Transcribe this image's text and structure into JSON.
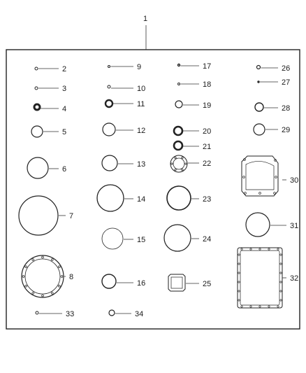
{
  "assembly_label": "1",
  "callouts": [
    {
      "id": "p2",
      "num": "2",
      "shape": "ring",
      "stroke": 1
    },
    {
      "id": "p3",
      "num": "3",
      "shape": "ring",
      "stroke": 1
    },
    {
      "id": "p4",
      "num": "4",
      "shape": "ring",
      "stroke": 3
    },
    {
      "id": "p5",
      "num": "5",
      "shape": "ring",
      "stroke": 1.2
    },
    {
      "id": "p6",
      "num": "6",
      "shape": "ring",
      "stroke": 1.2
    },
    {
      "id": "p7",
      "num": "7",
      "shape": "ring",
      "stroke": 1.2
    },
    {
      "id": "p8",
      "num": "8",
      "shape": "gasket-ring",
      "stroke": 1.2
    },
    {
      "id": "p9",
      "num": "9",
      "shape": "ring",
      "stroke": 1
    },
    {
      "id": "p10",
      "num": "10",
      "shape": "ring",
      "stroke": 1
    },
    {
      "id": "p11",
      "num": "11",
      "shape": "ring",
      "stroke": 2.4
    },
    {
      "id": "p12",
      "num": "12",
      "shape": "ring",
      "stroke": 1.2
    },
    {
      "id": "p13",
      "num": "13",
      "shape": "ring",
      "stroke": 1.2
    },
    {
      "id": "p14",
      "num": "14",
      "shape": "ring",
      "stroke": 1.3
    },
    {
      "id": "p15",
      "num": "15",
      "shape": "ring",
      "stroke": 0.8
    },
    {
      "id": "p16",
      "num": "16",
      "shape": "ring",
      "stroke": 1.4
    },
    {
      "id": "p17",
      "num": "17",
      "shape": "ring",
      "stroke": 1.4
    },
    {
      "id": "p18",
      "num": "18",
      "shape": "ring",
      "stroke": 1
    },
    {
      "id": "p19",
      "num": "19",
      "shape": "ring",
      "stroke": 1.2
    },
    {
      "id": "p20",
      "num": "20",
      "shape": "ring",
      "stroke": 2.6
    },
    {
      "id": "p21",
      "num": "21",
      "shape": "ring",
      "stroke": 2.6
    },
    {
      "id": "p22",
      "num": "22",
      "shape": "gear-gasket",
      "stroke": 1
    },
    {
      "id": "p23",
      "num": "23",
      "shape": "ring",
      "stroke": 1.6
    },
    {
      "id": "p24",
      "num": "24",
      "shape": "ring",
      "stroke": 1.2
    },
    {
      "id": "p25",
      "num": "25",
      "shape": "square-gasket",
      "stroke": 1
    },
    {
      "id": "p26",
      "num": "26",
      "shape": "ring",
      "stroke": 1.2
    },
    {
      "id": "p27",
      "num": "27",
      "shape": "ring",
      "stroke": 1.4
    },
    {
      "id": "p28",
      "num": "28",
      "shape": "ring",
      "stroke": 1.4
    },
    {
      "id": "p29",
      "num": "29",
      "shape": "ring",
      "stroke": 1.2
    },
    {
      "id": "p30",
      "num": "30",
      "shape": "case-gasket",
      "stroke": 1
    },
    {
      "id": "p31",
      "num": "31",
      "shape": "ring",
      "stroke": 1.2
    },
    {
      "id": "p32",
      "num": "32",
      "shape": "pan-gasket",
      "stroke": 1
    },
    {
      "id": "p33",
      "num": "33",
      "shape": "ring",
      "stroke": 1
    },
    {
      "id": "p34",
      "num": "34",
      "shape": "ring",
      "stroke": 1.2
    }
  ],
  "colors": {
    "line": "#222222",
    "background": "#ffffff"
  }
}
